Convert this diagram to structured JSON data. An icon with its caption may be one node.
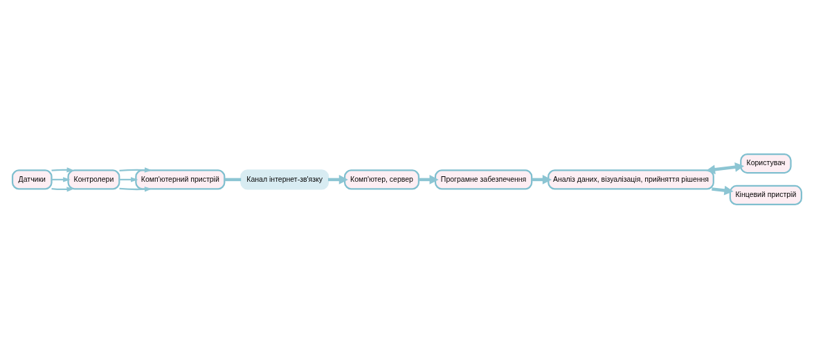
{
  "diagram": {
    "nodes": [
      {
        "text": [
          "Датчики"
        ]
      },
      {
        "text": [
          "Контролери"
        ]
      },
      {
        "text": [
          "Комп'ютерний пристрій"
        ]
      },
      {
        "text": [
          "Канал інтернет-зв'язку"
        ]
      },
      {
        "text": [
          "Комп'ютер, сервер"
        ]
      },
      {
        "text": [
          "Програмне забезпечення"
        ]
      },
      {
        "text": [
          "Аналіз даних, візуалізація, прийняття рішення"
        ]
      },
      {
        "text": [
          "Користувач"
        ]
      },
      {
        "text": [
          "Кінцевий пристрій"
        ]
      }
    ],
    "edges": [
      {
        "from": 0,
        "to": 1,
        "arrow": "to"
      },
      {
        "from": 0,
        "to": 1,
        "arrow": "to"
      },
      {
        "from": 0,
        "to": 1,
        "arrow": "to"
      },
      {
        "from": 1,
        "to": 2,
        "arrow": "to"
      },
      {
        "from": 1,
        "to": 2,
        "arrow": "to"
      },
      {
        "from": 1,
        "to": 2,
        "arrow": "to"
      },
      {
        "from": 2,
        "to": 3,
        "arrow": "none",
        "style": "thick"
      },
      {
        "from": 3,
        "to": 4,
        "arrow": "to",
        "style": "thick"
      },
      {
        "from": 4,
        "to": 5,
        "arrow": "to",
        "style": "thick"
      },
      {
        "from": 5,
        "to": 6,
        "arrow": "to",
        "style": "thick"
      },
      {
        "from": 6,
        "to": 7,
        "arrow": "both",
        "style": "thick"
      },
      {
        "from": 6,
        "to": 8,
        "arrow": "to",
        "style": "thick"
      }
    ]
  }
}
